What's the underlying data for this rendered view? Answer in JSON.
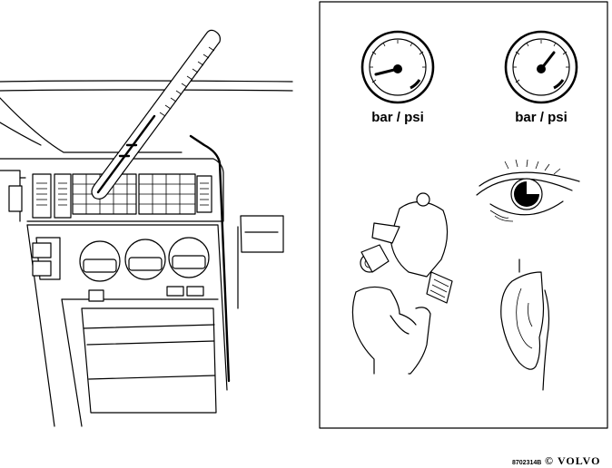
{
  "gauges": [
    {
      "label": "bar / psi"
    },
    {
      "label": "bar / psi"
    }
  ],
  "footer": {
    "code": "8702314B",
    "brand": "VOLVO",
    "brand_mark": "©"
  },
  "colors": {
    "ink": "#000000",
    "paper": "#ffffff"
  },
  "icons": [
    "thermometer-icon",
    "pressure-gauge-icon",
    "eye-icon",
    "ear-icon",
    "hand-icon"
  ]
}
